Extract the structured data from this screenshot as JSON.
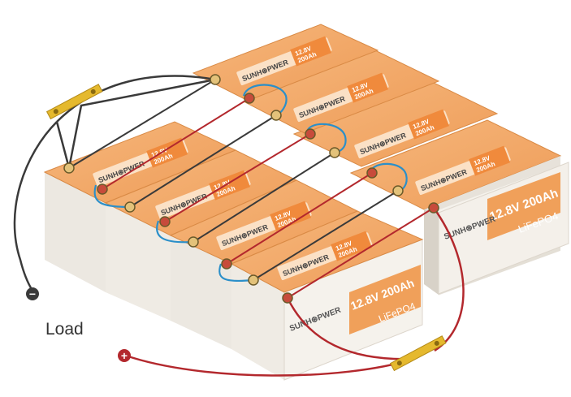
{
  "load_label": "Load",
  "terminal_negative": "−",
  "terminal_positive": "+",
  "battery": {
    "brand": "SUNH⊛PWER",
    "spec_small": [
      "12.8V",
      "200Ah"
    ],
    "spec_large": "12.8V 200Ah",
    "chemistry": "LiFePO4"
  },
  "colors": {
    "positive_cable": "#b3282d",
    "negative_cable": "#3a3a3a",
    "parallel_link": "#2b8fc9",
    "busbar": "#e5b92e",
    "battery_top": "#f2a565",
    "battery_body": "#f1ede6"
  }
}
